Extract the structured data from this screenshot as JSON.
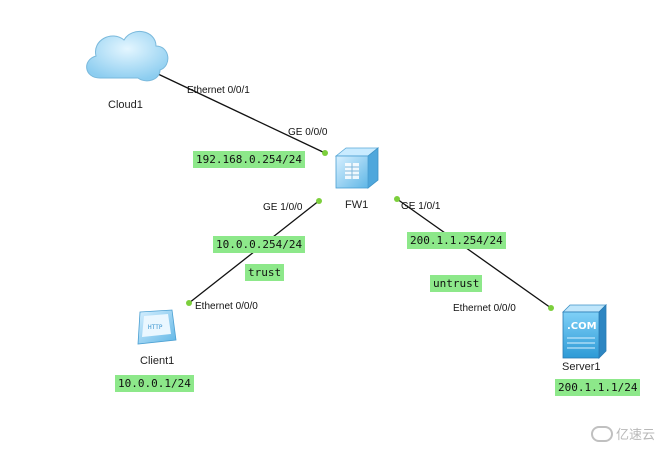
{
  "devices": {
    "cloud": {
      "name": "Cloud1",
      "icon": "cloud-icon"
    },
    "firewall": {
      "name": "FW1",
      "icon": "firewall-icon"
    },
    "client": {
      "name": "Client1",
      "icon": "client-icon",
      "screen_text": "HTTP"
    },
    "server": {
      "name": "Server1",
      "icon": "server-icon",
      "screen_text": ".COM"
    }
  },
  "ports": {
    "cloud_eth": "Ethernet 0/0/1",
    "fw_ge000": "GE 0/0/0",
    "fw_ge100": "GE 1/0/0",
    "fw_ge101": "GE 1/0/1",
    "client_eth": "Ethernet 0/0/0",
    "server_eth": "Ethernet 0/0/0"
  },
  "tags": {
    "fw_mgmt_ip": "192.168.0.254/24",
    "fw_trust_ip": "10.0.0.254/24",
    "trust_zone": "trust",
    "fw_untrust_ip": "200.1.1.254/24",
    "untrust_zone": "untrust",
    "client_ip": "10.0.0.1/24",
    "server_ip": "200.1.1.1/24"
  },
  "watermark": "亿速云",
  "colors": {
    "link": "#111111",
    "port_dot": "#7ccf3c",
    "tag_bg": "#8de88a",
    "cloud": "#a8dcf5",
    "device": "#8fd0f2"
  }
}
